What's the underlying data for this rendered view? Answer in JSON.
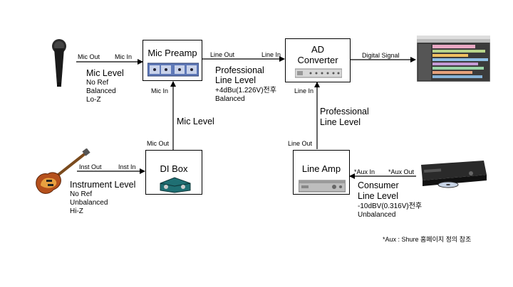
{
  "boxes": {
    "mic_preamp": "Mic Preamp",
    "ad_converter_line1": "AD",
    "ad_converter_line2": "Converter",
    "di_box": "DI Box",
    "line_amp": "Line Amp"
  },
  "ports": {
    "mic_out": "Mic Out",
    "mic_in_top": "Mic In",
    "preamp_line_out": "Line Out",
    "ad_line_in_top": "Line In",
    "digital_signal": "Digital Signal",
    "preamp_mic_in_bottom": "Mic In",
    "di_mic_out": "Mic Out",
    "ad_line_in_bottom": "Line In",
    "lineamp_line_out": "Line Out",
    "inst_out": "Inst Out",
    "inst_in": "Inst In",
    "aux_in": "*Aux In",
    "aux_out": "*Aux Out"
  },
  "mic_level": {
    "title": "Mic Level",
    "lines": [
      "No Ref",
      "Balanced",
      "Lo-Z"
    ]
  },
  "professional_top": {
    "title_line1": "Professional",
    "title_line2": "Line Level",
    "lines": [
      "+4dBu(1.226V)전후",
      "Balanced"
    ]
  },
  "mic_level_vertical": "Mic Level",
  "professional_right": {
    "line1": "Professional",
    "line2": "Line Level"
  },
  "instrument_level": {
    "title": "Instrument Level",
    "lines": [
      "No Ref",
      "Unbalanced",
      "Hi-Z"
    ]
  },
  "consumer": {
    "title_line1": "Consumer",
    "title_line2": "Line Level",
    "lines": [
      "-10dBV(0.316V)전후",
      "Unbalanced"
    ]
  },
  "footnote": "*Aux : Shure 홈페이지 정의 참조",
  "icons": [
    "microphone-icon",
    "preamp-rack-icon",
    "ad-converter-rack-icon",
    "daw-screenshot-icon",
    "guitar-icon",
    "di-box-icon",
    "line-amp-icon",
    "cd-player-icon"
  ]
}
